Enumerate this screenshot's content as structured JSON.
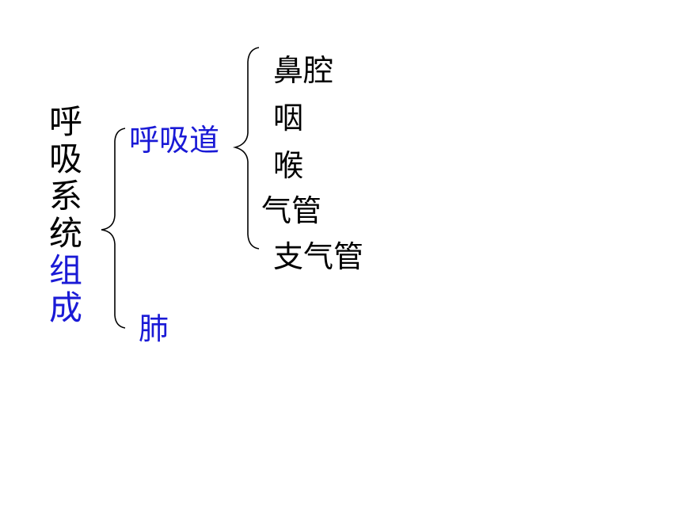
{
  "root": {
    "chars_black": [
      "呼",
      "吸",
      "系",
      "统"
    ],
    "chars_blue": [
      "组",
      "成"
    ]
  },
  "level1": {
    "airway": "呼吸道",
    "lung": "肺"
  },
  "level2": {
    "items": [
      "鼻腔",
      "咽",
      "喉",
      "气管",
      "支气管"
    ]
  },
  "colors": {
    "text": "#000000",
    "accent": "#1a1ad6",
    "brace": "#000000"
  }
}
